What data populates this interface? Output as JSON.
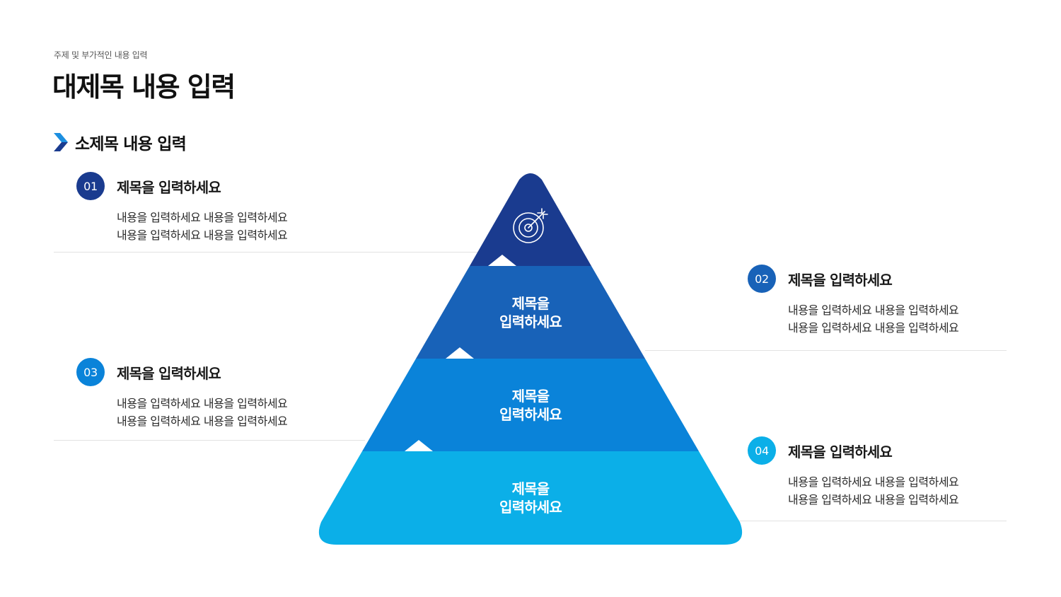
{
  "header": {
    "eyebrow": "주제 및 부가적인 내용 입력",
    "title": "대제목 내용 입력",
    "subtitle": "소제목 내용 입력"
  },
  "colors": {
    "tier1": "#1a3b8f",
    "tier2": "#1862b8",
    "tier3": "#0a83d9",
    "tier4": "#0bafe8",
    "chevron_dark": "#1a3b8f",
    "chevron_light": "#1c8fe0"
  },
  "pyramid": {
    "top_icon": "target-icon",
    "tiers": [
      {
        "label_line1": "제목을",
        "label_line2": "입력하세요"
      },
      {
        "label_line1": "제목을",
        "label_line2": "입력하세요"
      },
      {
        "label_line1": "제목을",
        "label_line2": "입력하세요"
      }
    ]
  },
  "items": [
    {
      "number": "01",
      "title": "제목을 입력하세요",
      "desc_line1": "내용을 입력하세요 내용을 입력하세요",
      "desc_line2": "내용을 입력하세요 내용을 입력하세요",
      "color": "#1a3b8f"
    },
    {
      "number": "02",
      "title": "제목을 입력하세요",
      "desc_line1": "내용을 입력하세요 내용을 입력하세요",
      "desc_line2": "내용을 입력하세요 내용을 입력하세요",
      "color": "#1862b8"
    },
    {
      "number": "03",
      "title": "제목을 입력하세요",
      "desc_line1": "내용을 입력하세요 내용을 입력하세요",
      "desc_line2": "내용을 입력하세요 내용을 입력하세요",
      "color": "#0a83d9"
    },
    {
      "number": "04",
      "title": "제목을 입력하세요",
      "desc_line1": "내용을 입력하세요 내용을 입력하세요",
      "desc_line2": "내용을 입력하세요 내용을 입력하세요",
      "color": "#0bafe8"
    }
  ]
}
